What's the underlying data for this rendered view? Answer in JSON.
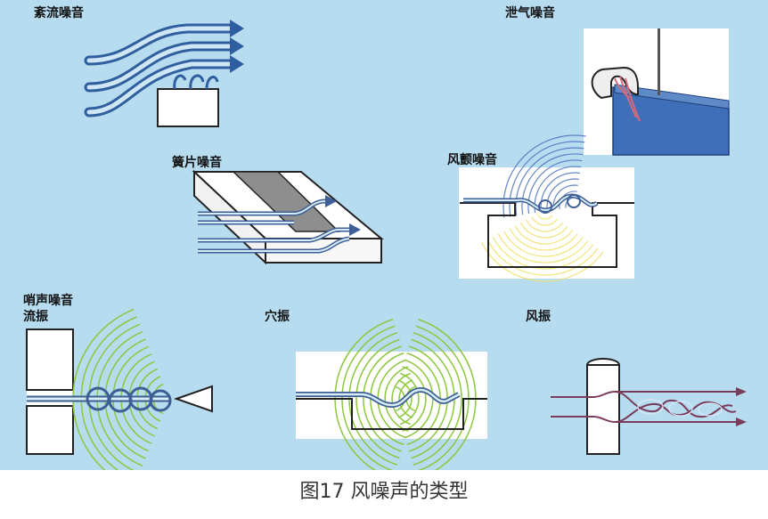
{
  "labels": {
    "turbulent": "紊流噪音",
    "vent": "泄气噪音",
    "reed": "簧片噪音",
    "flutter": "风颤噪音",
    "whistle": "哨声噪音",
    "flow_vibration": "流振",
    "cavity_vibration": "穴振",
    "wind_vibration": "风振"
  },
  "caption": "图17 风噪声的类型",
  "colors": {
    "background": "#b7dcef",
    "airflow": "#5f8fc4",
    "wave_green": "#8dc63f",
    "wave_yellow": "#f0e070",
    "wave_blue": "#4c6fc0",
    "panel_blue": "#3f6fb8"
  }
}
